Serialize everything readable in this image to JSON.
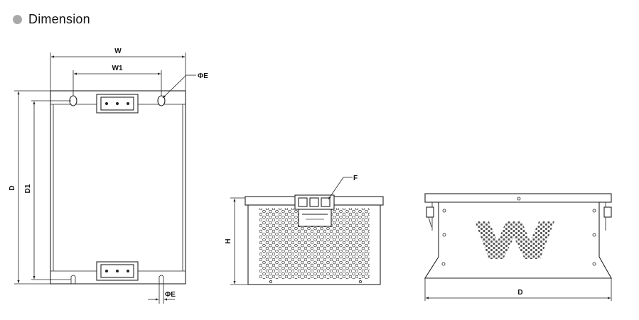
{
  "heading": {
    "text": "Dimension"
  },
  "labels": {
    "W": "W",
    "W1": "W1",
    "phiE_top": "ΦE",
    "D_left": "D",
    "D1": "D1",
    "phiE_bottom": "ΦE",
    "F": "F",
    "H": "H",
    "D_bottom": "D"
  },
  "colors": {
    "bullet": "#a9a9a9",
    "line": "#222222"
  }
}
